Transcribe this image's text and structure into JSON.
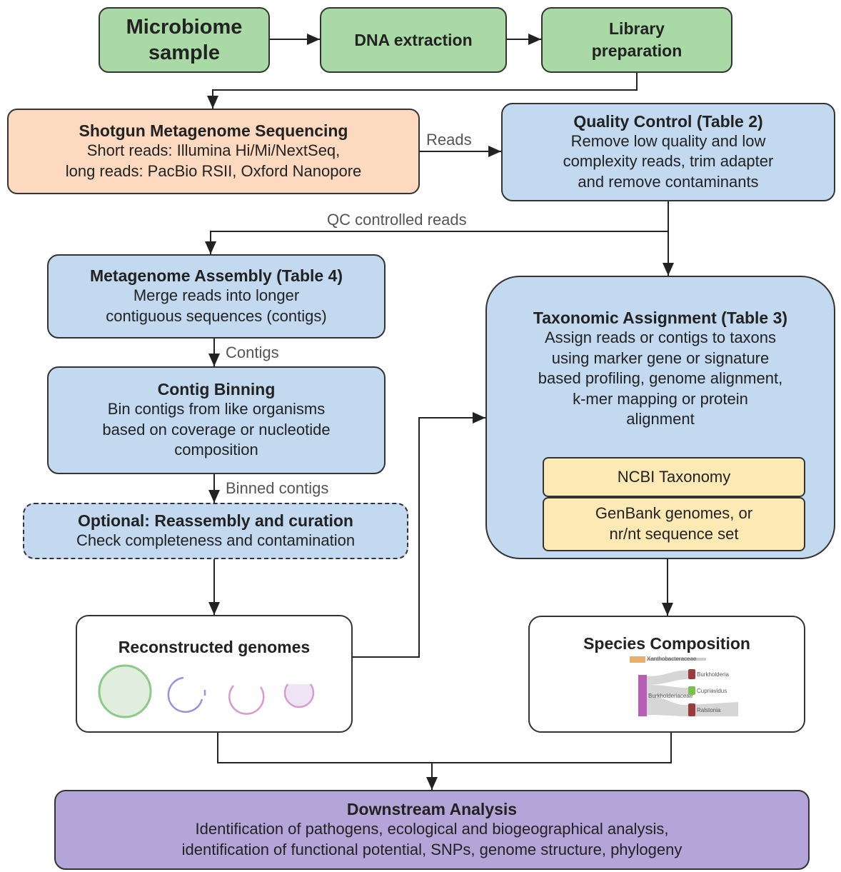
{
  "steps": {
    "microbiome": {
      "title": "Microbiome sample"
    },
    "dna": {
      "title": "DNA extraction"
    },
    "library": {
      "title": "Library preparation"
    },
    "shotgun": {
      "title": "Shotgun Metagenome Sequencing",
      "line1": "Short reads: Illumina Hi/Mi/NextSeq,",
      "line2": "long reads: PacBio RSII, Oxford Nanopore"
    },
    "qc": {
      "title": "Quality Control (Table 2)",
      "line1": "Remove low quality and low",
      "line2": "complexity reads, trim adapter",
      "line3": "and remove contaminants"
    },
    "assembly": {
      "title": "Metagenome Assembly (Table 4)",
      "line1": "Merge reads into longer",
      "line2": "contiguous sequences (contigs)"
    },
    "binning": {
      "title": "Contig Binning",
      "line1": "Bin contigs from like organisms",
      "line2": "based on coverage or nucleotide",
      "line3": "composition"
    },
    "optional": {
      "title": "Optional: Reassembly and curation",
      "line1": "Check completeness and contamination"
    },
    "taxonomic": {
      "title": "Taxonomic Assignment (Table 3)",
      "line1": "Assign reads or contigs to taxons",
      "line2": "using marker gene or signature",
      "line3": "based profiling, genome alignment,",
      "line4": "k-mer mapping or protein",
      "line5": "alignment",
      "db1": "NCBI Taxonomy",
      "db2_line1": "GenBank genomes, or",
      "db2_line2": "nr/nt sequence set"
    },
    "genomes": {
      "title": "Reconstructed genomes"
    },
    "species": {
      "title": "Species Composition",
      "sankey": {
        "root": "Xanthobacteraceae",
        "family": "Burkholderiaceae",
        "genus1": "Burkholderia",
        "genus2": "Cupriavidus",
        "genus3": "Ralstonia"
      }
    },
    "downstream": {
      "title": "Downstream Analysis",
      "line1": "Identification of pathogens, ecological and biogeographical analysis,",
      "line2": "identification of functional potential, SNPs, genome structure, phylogeny"
    }
  },
  "edge_labels": {
    "reads": "Reads",
    "qc_reads": "QC controlled reads",
    "contigs": "Contigs",
    "binned": "Binned contigs"
  },
  "colors": {
    "input": "#a9d9a4",
    "sequencing": "#fcd9bf",
    "process": "#c2d9f0",
    "database": "#fde9b4",
    "output": "#b3a5d8"
  }
}
